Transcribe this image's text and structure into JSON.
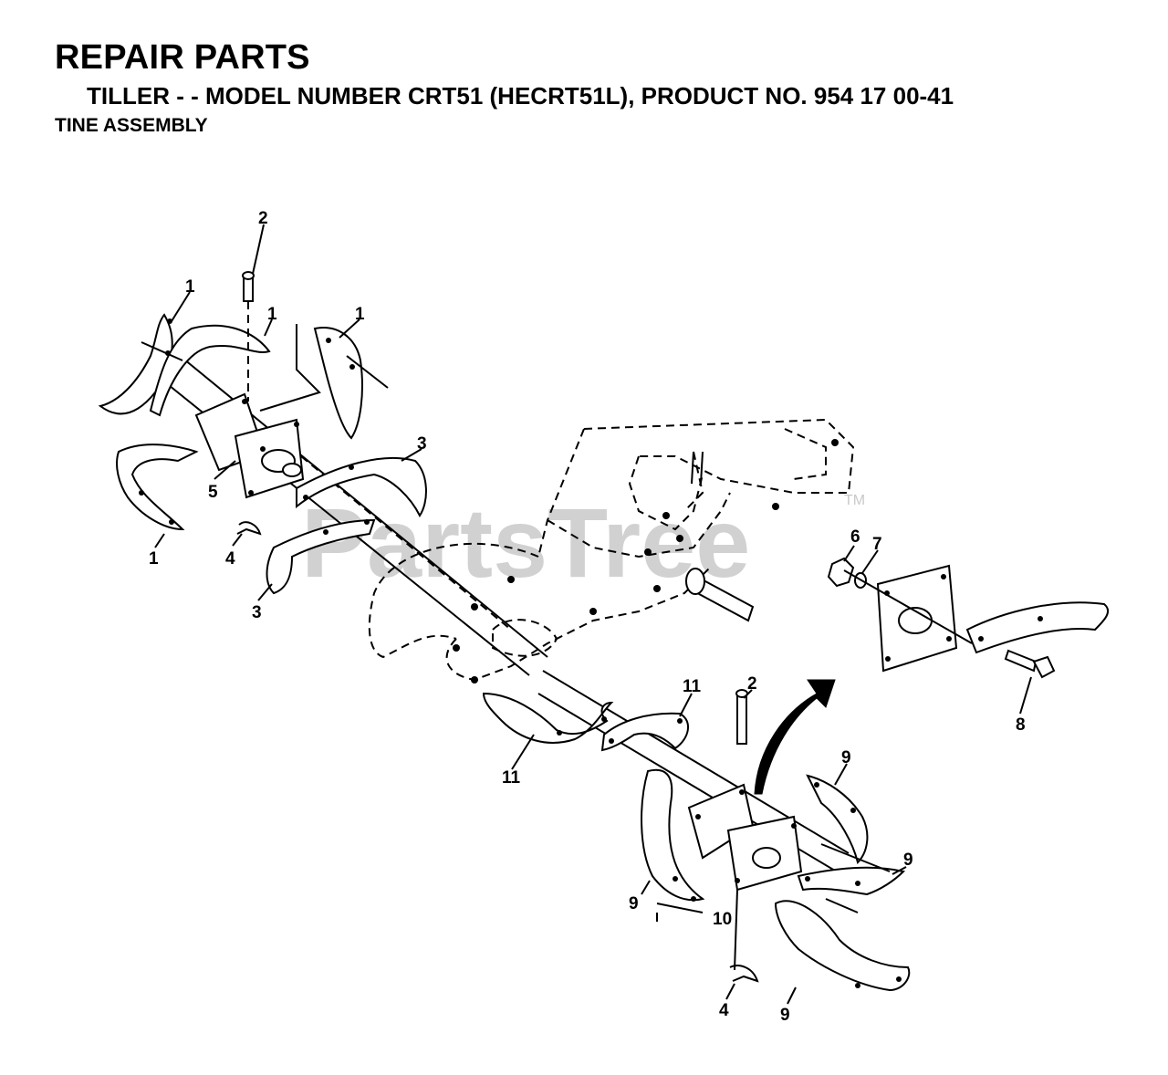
{
  "header": {
    "title": "REPAIR PARTS",
    "subtitle": "TILLER - - MODEL NUMBER CRT51 (HECRT51L), PRODUCT NO. 954 17 00-41",
    "section": "TINE ASSEMBLY"
  },
  "watermark": {
    "text": "PartsTree",
    "trademark": "TM"
  },
  "callouts": [
    "2",
    "1",
    "1",
    "1",
    "3",
    "5",
    "4",
    "1",
    "3",
    "6",
    "7",
    "8",
    "11",
    "2",
    "11",
    "9",
    "9",
    "9",
    "10",
    "4",
    "9"
  ]
}
